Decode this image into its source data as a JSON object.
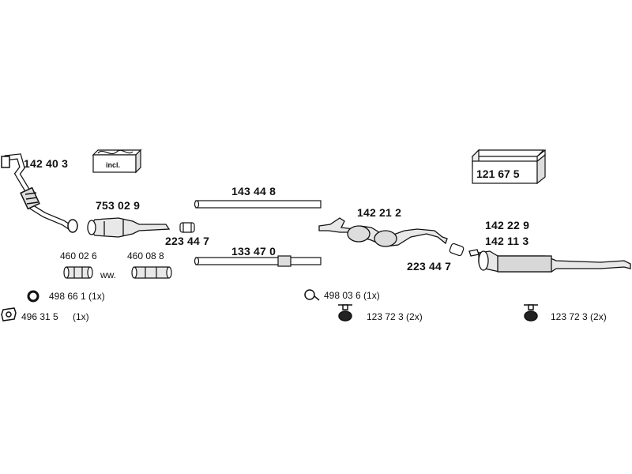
{
  "parts": {
    "front_pipe": "142 40 3",
    "catalyst": "753 02 9",
    "clamp_left": "223 44 7",
    "pipe_upper": "143 44 8",
    "pipe_lower": "133 47 0",
    "middle_silencer": "142 21 2",
    "clamp_right": "223 44 7",
    "rear_silencer_a": "142 22 9",
    "rear_silencer_b": "142 11 3",
    "repair_sleeve_a": "460 02 6",
    "repair_sleeve_b": "460 08 8",
    "ww_text": "ww.",
    "ring_left": "498 66 1 (1x)",
    "gasket_left": "496 31 5",
    "gasket_left_qty": "(1x)",
    "ring_middle": "498 03 6 (1x)",
    "hanger_middle": "123 72 3 (2x)",
    "hanger_right": "123 72 3 (2x)",
    "mounting_kit": "121 67 5",
    "incl_box_label": "incl."
  },
  "colors": {
    "line": "#111111",
    "fill": "#e8e8e8",
    "dark": "#555555"
  }
}
